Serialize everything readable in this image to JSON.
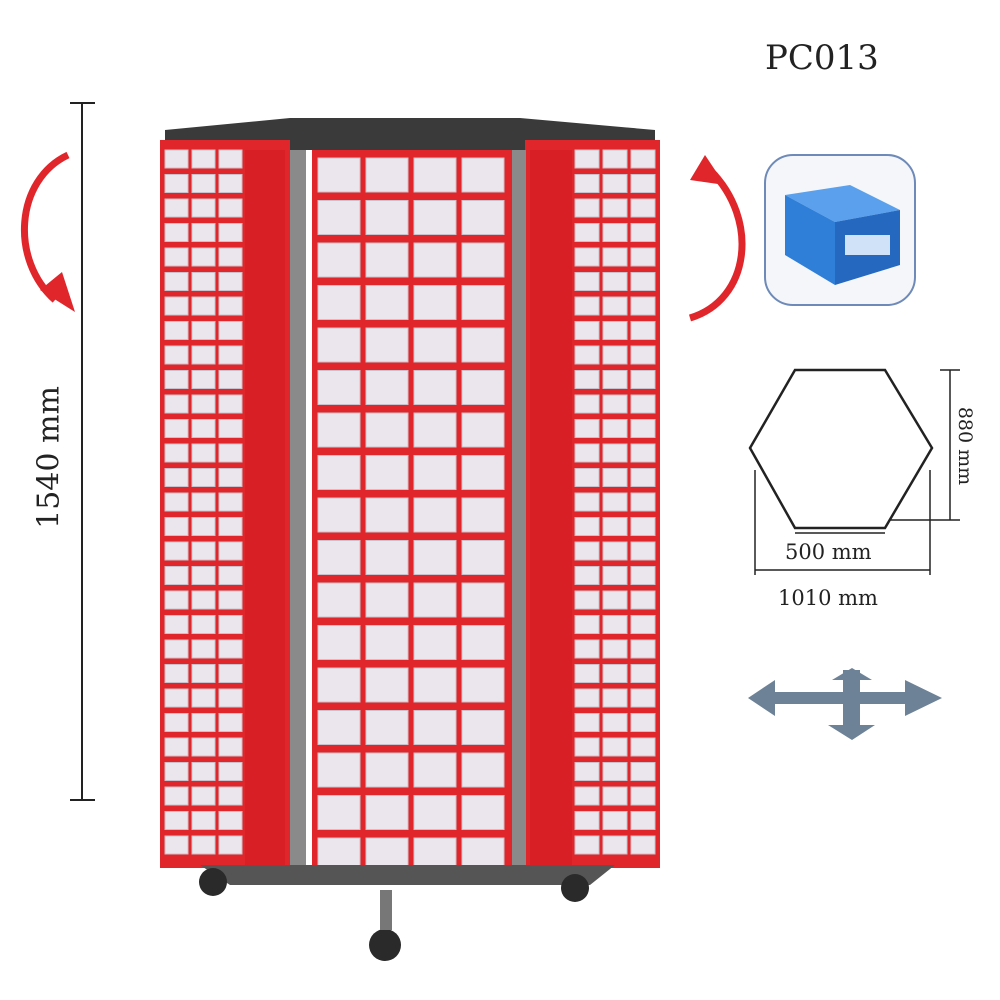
{
  "product_code": "PC013",
  "dimensions": {
    "height": "1540 mm",
    "depth": "880 mm",
    "side_width": "500 mm",
    "overall_width": "1010 mm"
  },
  "colors": {
    "frame_red": "#e0262a",
    "drawer": "#e8e4ea",
    "pole": "#8a8a8a",
    "bin_blue": "#2f7fd8"
  },
  "icons": [
    "rotate-left-arrow-icon",
    "rotate-right-arrow-icon",
    "drawer-bin-icon",
    "hexagon-footprint-icon",
    "move-arrows-icon"
  ]
}
